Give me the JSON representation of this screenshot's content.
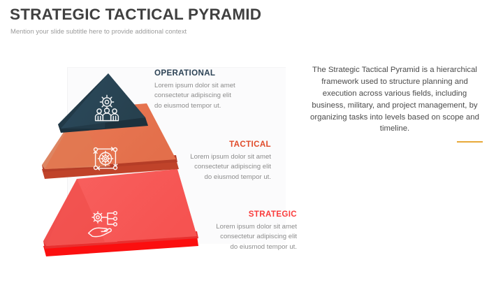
{
  "header": {
    "title": "STRATEGIC TACTICAL PYRAMID",
    "subtitle": "Mention your slide subtitle here to provide additional context",
    "title_color": "#404040",
    "subtitle_color": "#9a9a9a"
  },
  "description": {
    "text": "The Strategic Tactical Pyramid is a hierarchical framework used to structure planning and execution across various fields, including business, military, and project management, by organizing tasks into levels based on scope and timeline.",
    "accent_rule_color": "#e8a93a"
  },
  "pyramid": {
    "tiers": [
      {
        "id": "operational",
        "label": "OPERATIONAL",
        "body_lines": [
          "Lorem ipsum dolor sit amet",
          "consectetur adipiscing elit",
          "do eiusmod tempor ut."
        ],
        "label_color": "#2d4356",
        "face_color": "#2d4a5c",
        "side_color": "#223a48",
        "slab_color": "#1d313d",
        "icon": "gear-people-icon"
      },
      {
        "id": "tactical",
        "label": "TACTICAL",
        "body_lines": [
          "Lorem ipsum dolor sit amet",
          "consectetur adipiscing elit",
          "do eiusmod tempor ut."
        ],
        "label_color": "#e04b2a",
        "face_color": "#e8744f",
        "side_color": "#d2653f",
        "slab_color": "#c0432a",
        "icon": "process-workflow-gear-icon"
      },
      {
        "id": "strategic",
        "label": "STRATEGIC",
        "body_lines": [
          "Lorem ipsum dolor sit amet",
          "consectetur adipiscing elit",
          "do eiusmod tempor ut."
        ],
        "label_color": "#fa3c3c",
        "face_color": "#f95a57",
        "side_color": "#ef4a47",
        "slab_color": "#fb0f0f",
        "icon": "hand-gear-strategy-icon"
      }
    ]
  }
}
